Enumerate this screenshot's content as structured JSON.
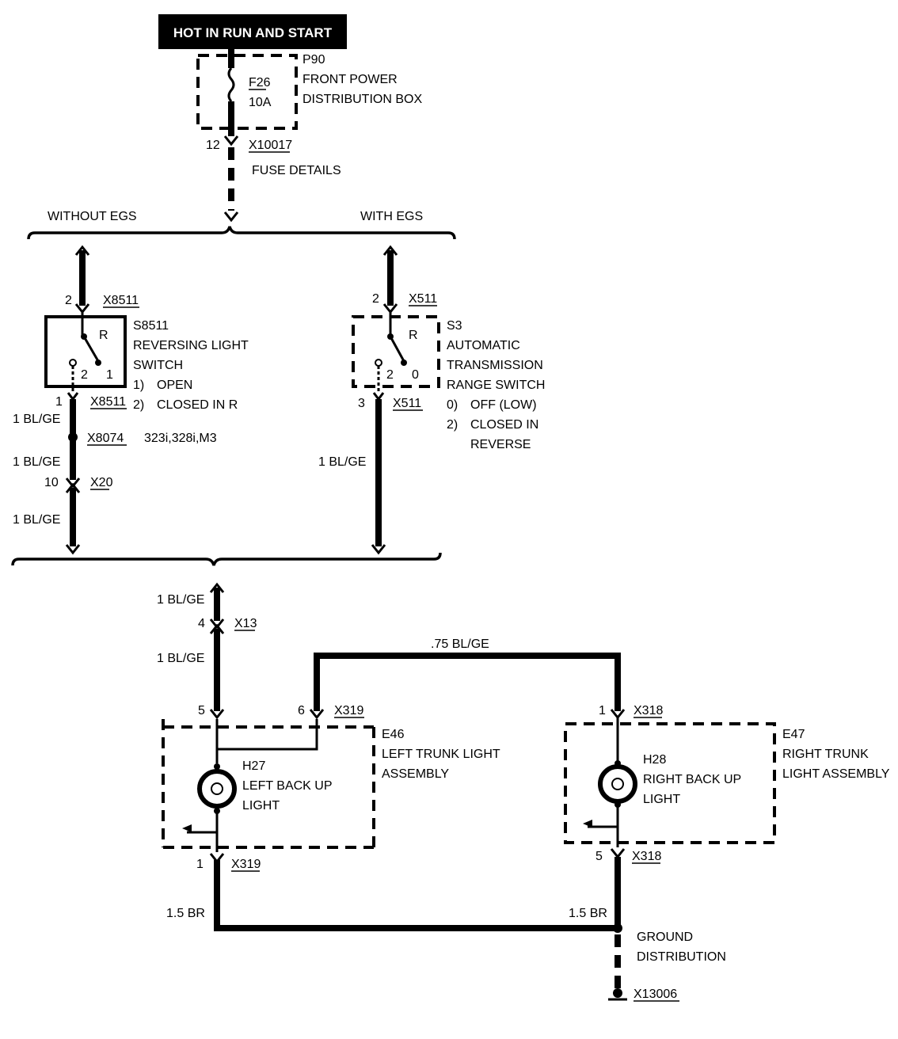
{
  "header": {
    "power_label": "HOT IN RUN AND START"
  },
  "fuse_box": {
    "id": "P90",
    "name_line1": "FRONT POWER",
    "name_line2": "DISTRIBUTION BOX",
    "fuse_id": "F26",
    "fuse_rating": "10A",
    "pin": "12",
    "connector": "X10017",
    "details": "FUSE DETAILS"
  },
  "branches": {
    "left": "WITHOUT EGS",
    "right": "WITH EGS"
  },
  "reversing_switch": {
    "id": "S8511",
    "name_line1": "REVERSING LIGHT",
    "name_line2": "SWITCH",
    "top_pin": "2",
    "top_connector": "X8511",
    "pos_r": "R",
    "pos_2": "2",
    "pos_1": "1",
    "state1": "1)",
    "state1_text": "OPEN",
    "state2": "2)",
    "state2_text": "CLOSED IN R",
    "bottom_pin": "1",
    "bottom_connector": "X8511",
    "wire1": "1 BL/GE",
    "splice": "X8074",
    "splice_note": "323i,328i,M3",
    "wire2": "1 BL/GE",
    "x20_pin": "10",
    "x20": "X20",
    "wire3": "1 BL/GE"
  },
  "range_switch": {
    "id": "S3",
    "name_line1": "AUTOMATIC",
    "name_line2": "TRANSMISSION",
    "name_line3": "RANGE SWITCH",
    "top_pin": "2",
    "top_connector": "X511",
    "pos_r": "R",
    "pos_2": "2",
    "pos_0": "0",
    "state0": "0)",
    "state0_text": "OFF (LOW)",
    "state2": "2)",
    "state2_text_line1": "CLOSED IN",
    "state2_text_line2": "REVERSE",
    "bottom_pin": "3",
    "bottom_connector": "X511",
    "wire": "1 BL/GE"
  },
  "trunk": {
    "wire_top": "1 BL/GE",
    "x13_pin": "4",
    "x13": "X13",
    "wire_mid": "1 BL/GE",
    "cross_wire": ".75 BL/GE",
    "x319_pin5": "5",
    "x319_pin6": "6",
    "x319_top": "X319",
    "x318_pin1": "1",
    "x318_top": "X318"
  },
  "left_assembly": {
    "id": "E46",
    "name_line1": "LEFT TRUNK LIGHT",
    "name_line2": "ASSEMBLY",
    "bulb_id": "H27",
    "bulb_line1": "LEFT BACK UP",
    "bulb_line2": "LIGHT",
    "bottom_pin": "1",
    "bottom_connector": "X319",
    "ground_wire": "1.5 BR"
  },
  "right_assembly": {
    "id": "E47",
    "name_line1": "RIGHT TRUNK",
    "name_line2": "LIGHT ASSEMBLY",
    "bulb_id": "H28",
    "bulb_line1": "RIGHT BACK UP",
    "bulb_line2": "LIGHT",
    "bottom_pin": "5",
    "bottom_connector": "X318",
    "ground_wire": "1.5 BR"
  },
  "ground": {
    "label_line1": "GROUND",
    "label_line2": "DISTRIBUTION",
    "point": "X13006"
  }
}
